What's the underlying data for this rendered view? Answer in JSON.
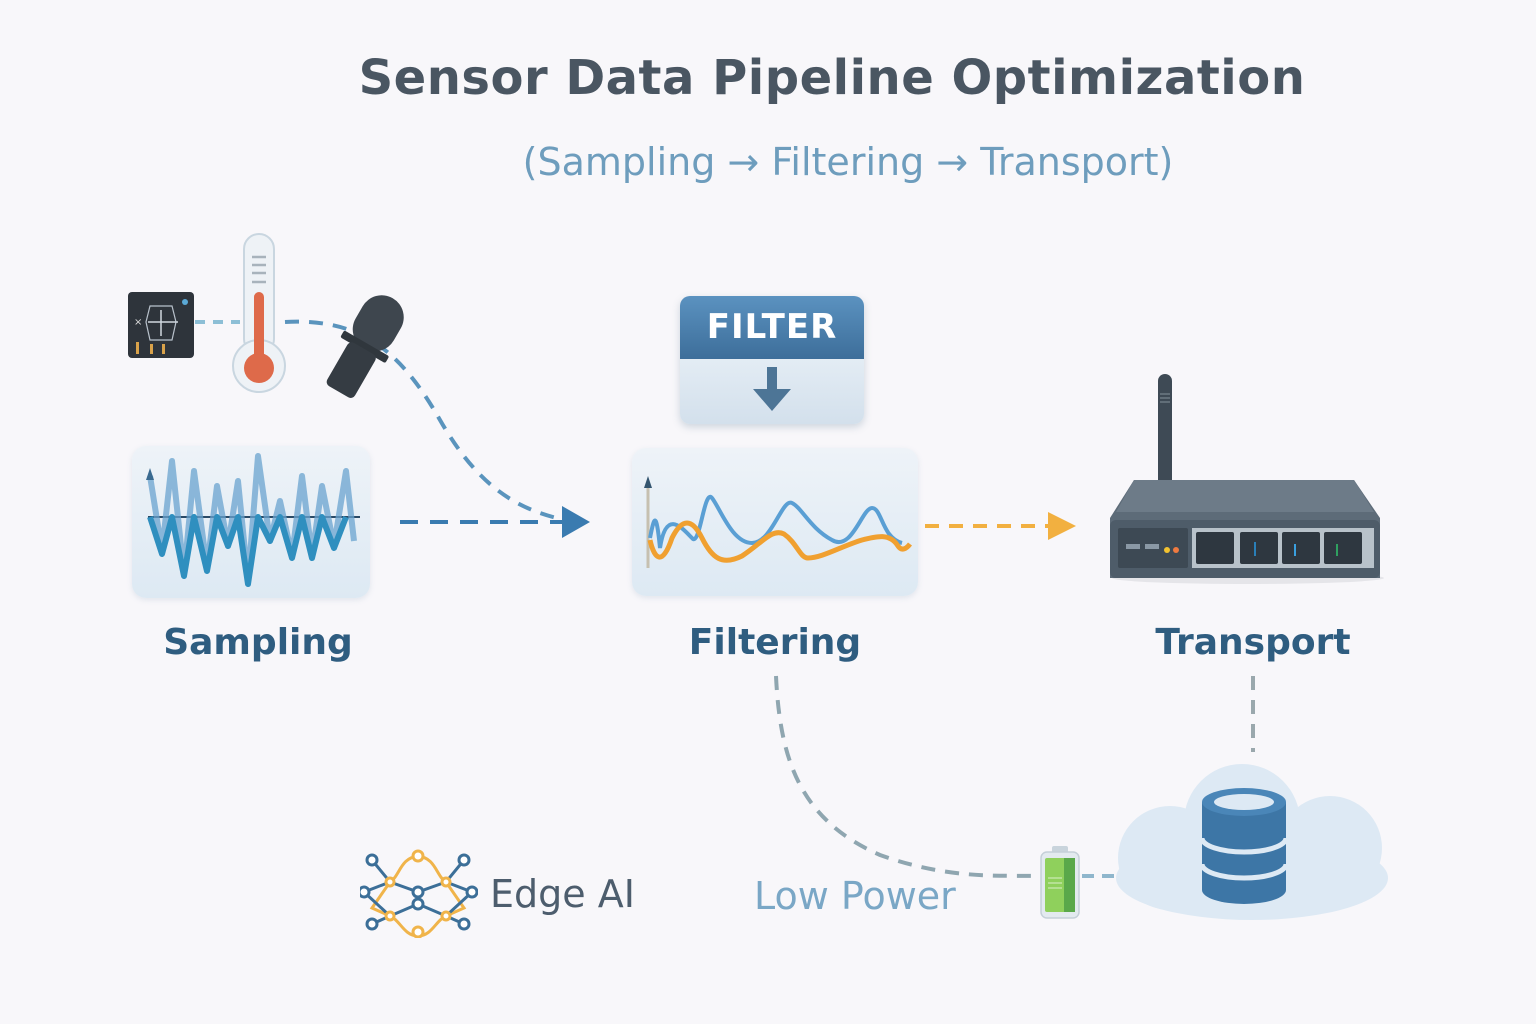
{
  "header": {
    "title": "Sensor Data Pipeline Optimization",
    "subtitle": "(Sampling → Filtering → Transport)"
  },
  "stages": [
    {
      "id": "sampling",
      "label": "Sampling",
      "icon": "noisy-waveform-icon"
    },
    {
      "id": "filtering",
      "label": "Filtering",
      "icon": "smoothed-waveform-icon"
    },
    {
      "id": "transport",
      "label": "Transport",
      "icon": "router-icon"
    }
  ],
  "sensors": [
    "circuit-board-sensor-icon",
    "thermometer-icon",
    "probe-sensor-icon"
  ],
  "filter_badge": {
    "label": "FILTER",
    "icon": "arrow-down-icon"
  },
  "footer": {
    "edge_ai": {
      "label": "Edge AI",
      "icon": "neural-network-icon"
    },
    "low_power": {
      "label": "Low Power",
      "icon": "battery-icon"
    },
    "cloud": {
      "icon": "cloud-database-icon"
    }
  },
  "colors": {
    "title": "#4a5662",
    "subtitle": "#6e9dbd",
    "stage_label": "#2f5d80",
    "raw_signal": "#2f8fbf",
    "filtered_signal": "#f0a030",
    "arrow_blue": "#3a7bb0",
    "arrow_orange": "#f2b040",
    "router": "#4e5d6b"
  }
}
